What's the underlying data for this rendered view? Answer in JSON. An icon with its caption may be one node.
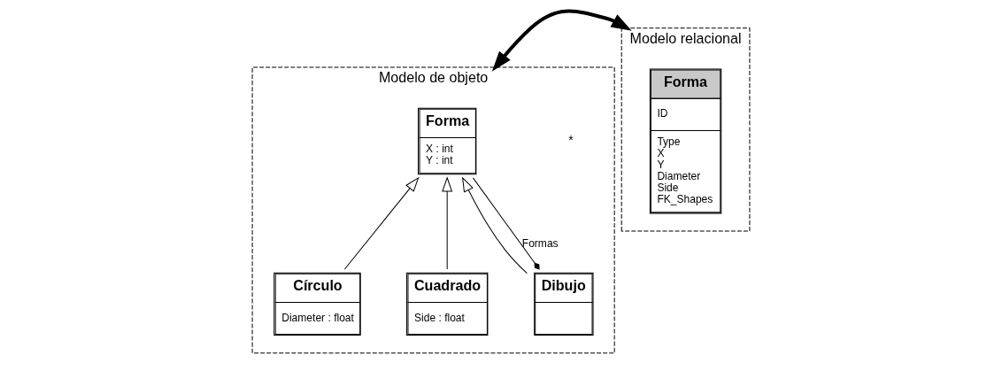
{
  "diagram": {
    "nodes": [
      {
        "text": [
          "Modelo de objeto"
        ]
      },
      {
        "text": [
          "Forma",
          "X : int",
          "Y : int"
        ],
        "in": 0
      },
      {
        "text": [
          "Círculo",
          "Diameter : float"
        ],
        "in": 0
      },
      {
        "text": [
          "Cuadrado",
          "Side : float"
        ],
        "in": 0
      },
      {
        "text": [
          "Dibujo"
        ],
        "in": 0
      },
      {
        "text": [
          "Modelo relacional"
        ]
      },
      {
        "text": [
          "Forma",
          "ID",
          "Type",
          "X",
          "Y",
          "Diameter",
          "Side",
          "FK_Shapes"
        ],
        "in": 5
      }
    ],
    "edges": [
      {
        "from": 2,
        "to": 1,
        "arrow": "to"
      },
      {
        "from": 3,
        "to": 1,
        "arrow": "to"
      },
      {
        "from": 4,
        "to": 1,
        "arrow": "to"
      },
      {
        "from": 4,
        "to": 1,
        "arrow": "other",
        "label": "Formas"
      },
      {
        "from": 0,
        "to": 5,
        "arrow": "both",
        "style": "thick"
      }
    ],
    "labels": [
      "*"
    ]
  }
}
